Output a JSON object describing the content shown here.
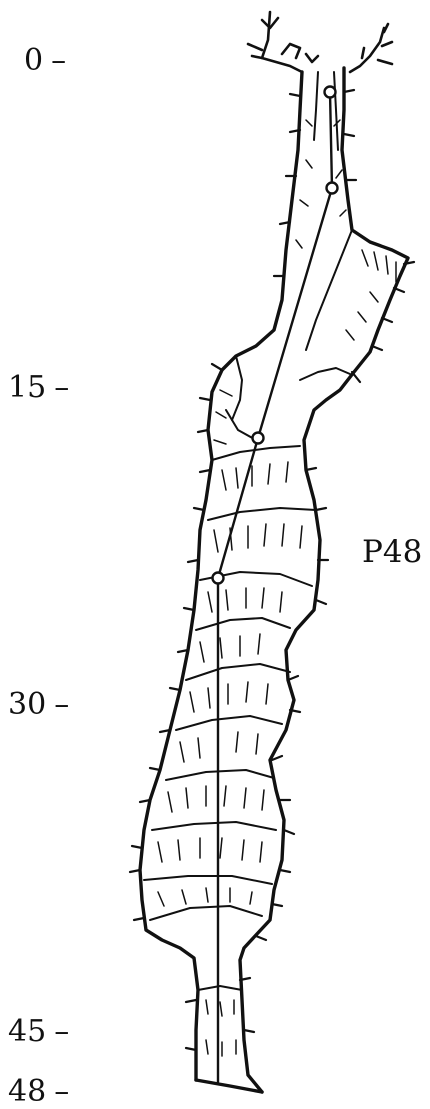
{
  "diagram": {
    "cave_id": "P48",
    "depth_ticks": [
      {
        "label": "0",
        "depth": 0
      },
      {
        "label": "15",
        "depth": 15
      },
      {
        "label": "30",
        "depth": 30
      },
      {
        "label": "45",
        "depth": 45
      },
      {
        "label": "48",
        "depth": 48
      }
    ],
    "tick_dash": "–",
    "colors": {
      "ink": "#111111",
      "background": "#ffffff"
    }
  }
}
